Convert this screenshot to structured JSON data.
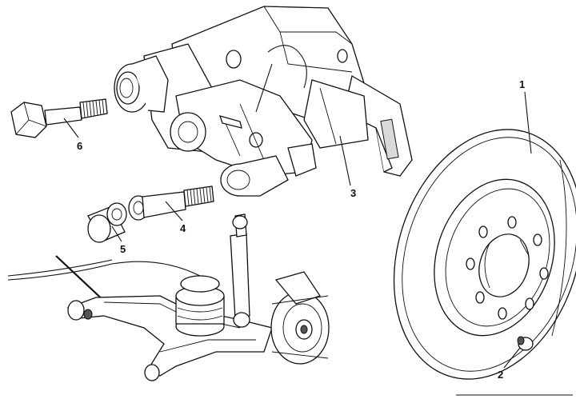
{
  "labels": {
    "disc": "1",
    "nut": "2",
    "caliper": "3",
    "guide_bolt": "4",
    "bushing": "5",
    "mount_bolt": "6"
  }
}
